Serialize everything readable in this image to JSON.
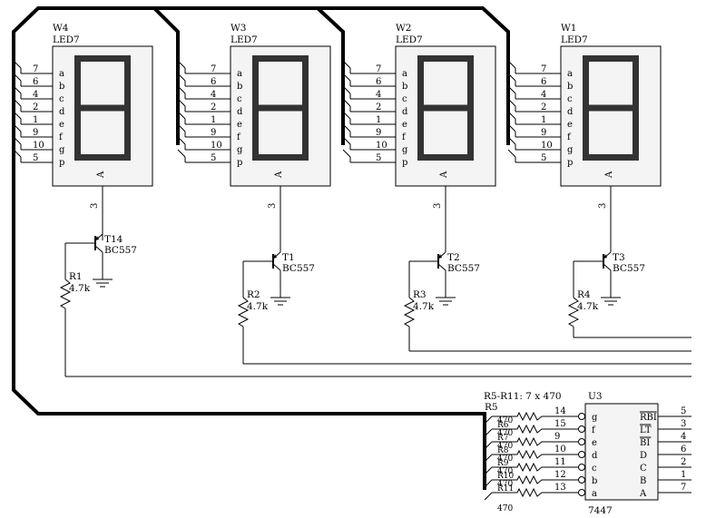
{
  "displays": [
    {
      "ref": "W4",
      "part": "LED7",
      "common_pin": "3",
      "common_label": "A"
    },
    {
      "ref": "W3",
      "part": "LED7",
      "common_pin": "3",
      "common_label": "A"
    },
    {
      "ref": "W2",
      "part": "LED7",
      "common_pin": "3",
      "common_label": "A"
    },
    {
      "ref": "W1",
      "part": "LED7",
      "common_pin": "3",
      "common_label": "A"
    }
  ],
  "segment_pins": {
    "letters": [
      "a",
      "b",
      "c",
      "d",
      "e",
      "f",
      "g",
      "p"
    ],
    "numbers": [
      "7",
      "6",
      "4",
      "2",
      "1",
      "9",
      "10",
      "5"
    ]
  },
  "transistors": [
    {
      "ref": "T14",
      "part": "BC557"
    },
    {
      "ref": "T1",
      "part": "BC557"
    },
    {
      "ref": "T2",
      "part": "BC557"
    },
    {
      "ref": "T3",
      "part": "BC557"
    }
  ],
  "base_resistors": [
    {
      "ref": "R1",
      "value": "4.7k"
    },
    {
      "ref": "R2",
      "value": "4.7k"
    },
    {
      "ref": "R3",
      "value": "4.7k"
    },
    {
      "ref": "R4",
      "value": "4.7k"
    }
  ],
  "resistor_array": {
    "title": "R5-R11: 7 x 470",
    "refs": [
      "R5",
      "R6",
      "R7",
      "R8",
      "R9",
      "R10",
      "R11"
    ],
    "value": "470"
  },
  "decoder": {
    "ref": "U3",
    "part": "7447",
    "out_labels": [
      "g",
      "f",
      "e",
      "d",
      "c",
      "b",
      "a"
    ],
    "out_pins": [
      "14",
      "15",
      "9",
      "10",
      "11",
      "12",
      "13"
    ],
    "in_labels": [
      "RBI",
      "LT",
      "BI",
      "D",
      "C",
      "B",
      "A"
    ],
    "in_pins": [
      "5",
      "3",
      "4",
      "6",
      "2",
      "1",
      "7"
    ]
  }
}
